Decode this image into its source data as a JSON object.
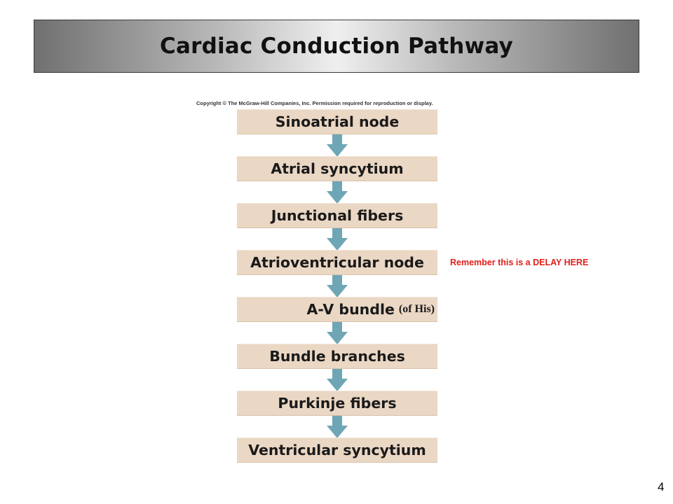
{
  "title": "Cardiac Conduction Pathway",
  "copyright": "Copyright © The McGraw-Hill Companies, Inc. Permission required for reproduction or display.",
  "steps": [
    {
      "label": "Sinoatrial node"
    },
    {
      "label": "Atrial syncytium"
    },
    {
      "label": "Junctional fibers"
    },
    {
      "label": "Atrioventricular node"
    },
    {
      "label": "A-V bundle",
      "sub": "(of His)"
    },
    {
      "label": "Bundle branches"
    },
    {
      "label": "Purkinje fibers"
    },
    {
      "label": "Ventricular syncytium"
    }
  ],
  "note": "Remember this is a DELAY HERE",
  "page_number": "4",
  "colors": {
    "box": "#ead7c4",
    "arrow": "#6fa6b5",
    "note": "#e0201b"
  }
}
